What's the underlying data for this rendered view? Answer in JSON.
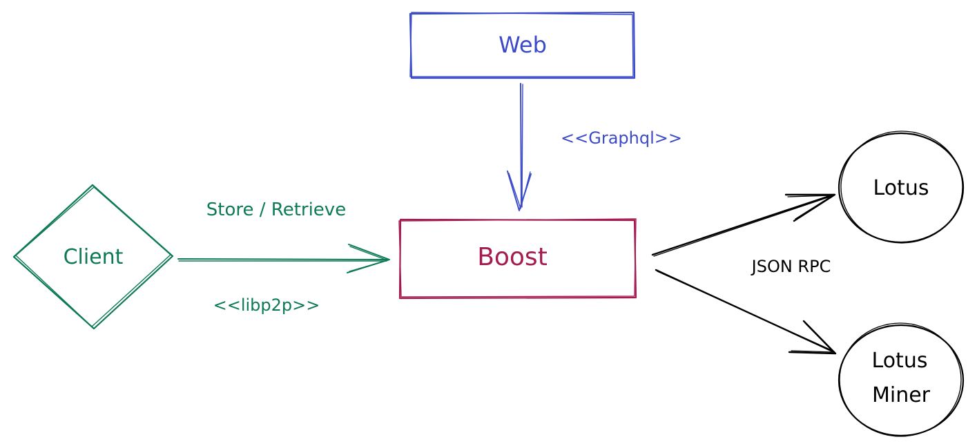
{
  "nodes": {
    "web": {
      "label": "Web"
    },
    "boost": {
      "label": "Boost"
    },
    "client": {
      "label": "Client"
    },
    "lotus": {
      "label": "Lotus"
    },
    "lotus_miner": {
      "line1": "Lotus",
      "line2": "Miner"
    }
  },
  "edges": {
    "web_boost": {
      "label": "<<Graphql>>"
    },
    "client_boost": {
      "label_top": "Store / Retrieve",
      "label_bottom": "<<libp2p>>"
    },
    "boost_lotus": {
      "label": "JSON RPC"
    }
  },
  "colors": {
    "web": "#3b4bc8",
    "boost": "#a51b4f",
    "client": "#0d7a55",
    "lotus": "#000000"
  }
}
